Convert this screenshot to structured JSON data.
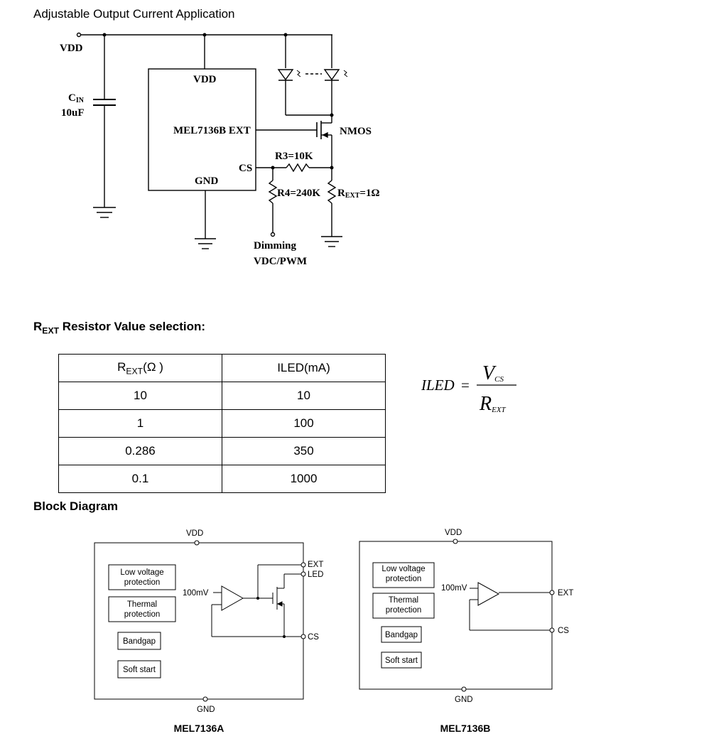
{
  "app_section": {
    "title": "Adjustable Output Current Application"
  },
  "schematic": {
    "vdd_label": "VDD",
    "cin_label": "C",
    "cin_sub": "IN",
    "cin_value": "10uF",
    "ic_vdd": "VDD",
    "ic_name_ext": "MEL7136B EXT",
    "ic_cs": "CS",
    "ic_gnd": "GND",
    "nmos_label": "NMOS",
    "r3_label": "R3=10K",
    "r4_label": "R4=240K",
    "rext_label_r": "R",
    "rext_label_sub": "EXT",
    "rext_label_val": "=1Ω",
    "dimming_label": "Dimming",
    "dimming_type": "VDC/PWM"
  },
  "rext_section": {
    "heading_r": "R",
    "heading_sub": "EXT",
    "heading_rest": " Resistor Value selection:"
  },
  "rext_table": {
    "col1_r": "R",
    "col1_sub": "EXT",
    "col1_unit": "(Ω )",
    "col2": "ILED(mA)",
    "rows": [
      [
        "10",
        "10"
      ],
      [
        "1",
        "100"
      ],
      [
        "0.286",
        "350"
      ],
      [
        "0.1",
        "1000"
      ]
    ]
  },
  "formula": {
    "lhs": "ILED",
    "eq": "=",
    "num": "V",
    "num_sub": "CS",
    "den": "R",
    "den_sub": "EXT"
  },
  "block_diagram": {
    "heading": "Block Diagram",
    "a": {
      "vdd": "VDD",
      "gnd": "GND",
      "lvp": [
        "Low voltage",
        "protection"
      ],
      "thermal": [
        "Thermal",
        "protection"
      ],
      "bandgap": "Bandgap",
      "soft_start": "Soft start",
      "ref": "100mV",
      "ext": "EXT",
      "led": "LED",
      "cs": "CS",
      "caption": "MEL7136A"
    },
    "b": {
      "vdd": "VDD",
      "gnd": "GND",
      "lvp": [
        "Low voltage",
        "protection"
      ],
      "thermal": [
        "Thermal",
        "protection"
      ],
      "bandgap": "Bandgap",
      "soft_start": "Soft start",
      "ref": "100mV",
      "ext": "EXT",
      "cs": "CS",
      "caption": "MEL7136B"
    }
  }
}
